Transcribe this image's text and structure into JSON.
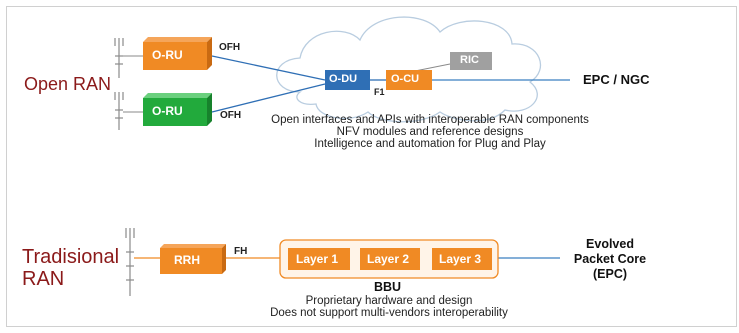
{
  "open_ran": {
    "label": "Open RAN",
    "oru_top": "O-RU",
    "oru_bottom": "O-RU",
    "ofh_top": "OFH",
    "ofh_bottom": "OFH",
    "odu": "O-DU",
    "ocu": "O-CU",
    "ric": "RIC",
    "f1": "F1",
    "core": "EPC / NGC",
    "description": [
      "Open interfaces and APIs with interoperable RAN components",
      "NFV modules and reference designs",
      "Intelligence and automation for Plug and Play"
    ]
  },
  "trad_ran": {
    "label_line1": "Tradisional",
    "label_line2": "RAN",
    "rrh": "RRH",
    "fh": "FH",
    "layers": [
      "Layer 1",
      "Layer 2",
      "Layer 3"
    ],
    "bbu": "BBU",
    "core": [
      "Evolved",
      "Packet Core",
      "(EPC)"
    ],
    "description": [
      "Proprietary hardware and design",
      "Does not support multi-vendors interoperability"
    ]
  },
  "colors": {
    "orange": "#f08a24",
    "green": "#22aa3c",
    "blue": "#2f6fb5",
    "gray": "#a0a0a0",
    "dark_red": "#8b1a1a",
    "line_blue": "#3a7fc0"
  }
}
